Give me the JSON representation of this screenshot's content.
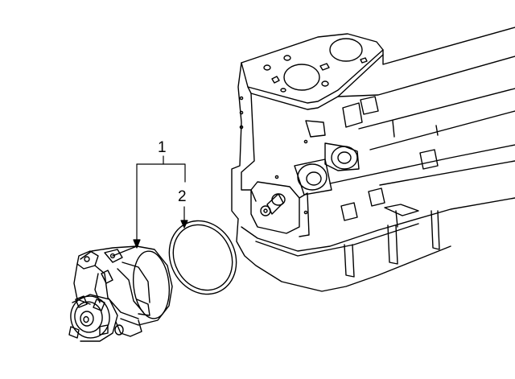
{
  "callouts": {
    "part_1": "1",
    "part_2": "2"
  },
  "colors": {
    "line": "#000000",
    "background": "#ffffff"
  },
  "parts": [
    {
      "callout": "1",
      "depicts": "water-pump"
    },
    {
      "callout": "2",
      "depicts": "o-ring-seal"
    }
  ]
}
